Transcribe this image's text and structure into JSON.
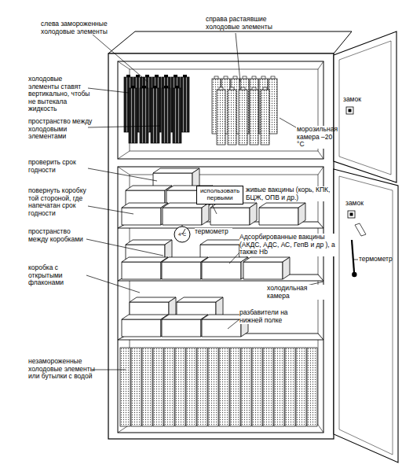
{
  "diagram": {
    "nodes": [
      {
        "text": [
          "использовать первыми"
        ]
      },
      {
        "text": [
          "4°С"
        ]
      }
    ],
    "labels": [
      "слева замороженные холодовые элементы",
      "справа растаявшие холодовые элементы",
      "холодовые элементы ставят вертикально, чтобы не вытекала жидкость",
      "пространство между холодовыми элементами",
      "морозильная камера –20 °С",
      "замок",
      "проверить срок годности",
      "повернуть коробку той стороной, где напечатан срок годности",
      "живые вакцины (корь, КПК, БЦЖ, ОПВ и др.)",
      "замок",
      "пространство между коробками",
      "термометр",
      "коробка с открытыми флаконами",
      "Адсорбированные вакцины (АКДС, АДС, АС, ГепВ и др ), а также Hb",
      "термометр",
      "холодильная камера",
      "разбавители на нижней полке",
      "незамороженные холодовые элементы или бутылки с водой"
    ]
  }
}
